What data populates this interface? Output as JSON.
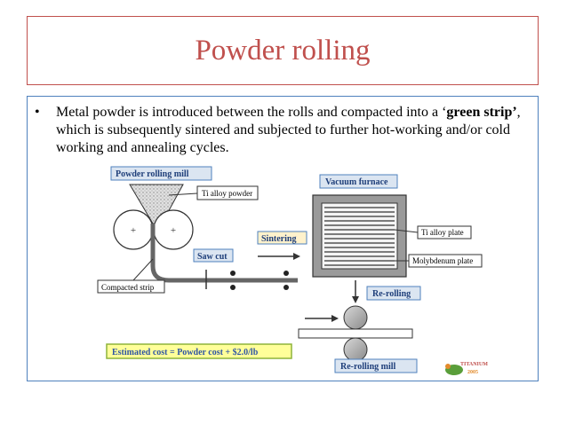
{
  "slide": {
    "title": "Powder rolling",
    "bullet": {
      "marker": "•",
      "text_part1": "Metal powder is introduced between the rolls and compacted into a ‘",
      "text_bold": "green strip’",
      "text_part2": ", which is subsequently sintered and subjected to further hot-working and/or cold working and annealing cycles."
    }
  },
  "diagram": {
    "powder_rolling_mill": "Powder rolling mill",
    "ti_alloy_powder": "Ti alloy powder",
    "roll_plus_left": "+",
    "roll_plus_right": "+",
    "saw_cut": "Saw cut",
    "compacted_strip": "Compacted strip",
    "sintering": "Sintering",
    "vacuum_furnace": "Vacuum furnace",
    "ti_alloy_plate": "Ti alloy plate",
    "molybdenum_plate": "Molybdenum plate",
    "re_rolling": "Re-rolling",
    "re_rolling_mill": "Re-rolling mill",
    "estimated_cost": "Estimated cost = Powder cost + $2.0/lb",
    "logo_text_1": "TITANIUM",
    "logo_text_2": "2005"
  },
  "colors": {
    "title_color": "#c0504d",
    "title_border": "#c0504d",
    "content_border": "#4f81bd",
    "label_fill": "#dbe5f1",
    "label_border": "#4f81bd",
    "label_text": "#1f3f7a",
    "sintering_fill": "#fff2cc",
    "cost_fill": "#ffff99",
    "cost_border": "#8db33a",
    "cost_text": "#2f55a4"
  }
}
